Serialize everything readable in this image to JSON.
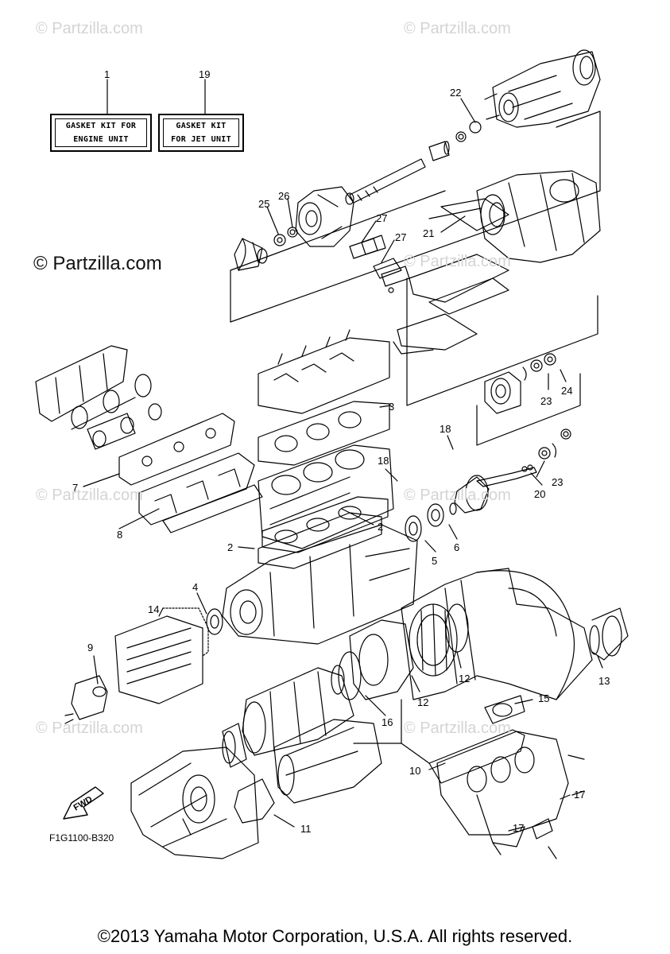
{
  "watermarks": {
    "small": "© Partzilla.com",
    "large": "© Partzilla.com"
  },
  "kits": [
    {
      "number": "1",
      "line1": "GASKET KIT FOR",
      "line2": "ENGINE UNIT"
    },
    {
      "number": "19",
      "line1": "GASKET KIT",
      "line2": "FOR JET UNIT"
    }
  ],
  "callouts": [
    "22",
    "26",
    "25",
    "27",
    "27",
    "21",
    "3",
    "18",
    "18",
    "23",
    "24",
    "23",
    "20",
    "7",
    "8",
    "2",
    "2",
    "6",
    "5",
    "4",
    "14",
    "9",
    "12",
    "12",
    "13",
    "15",
    "16",
    "10",
    "17",
    "17",
    "11"
  ],
  "fwd_label": "FWD",
  "diagram_ref": "F1G1100-B320",
  "copyright": "©2013 Yamaha Motor Corporation, U.S.A. All rights reserved."
}
